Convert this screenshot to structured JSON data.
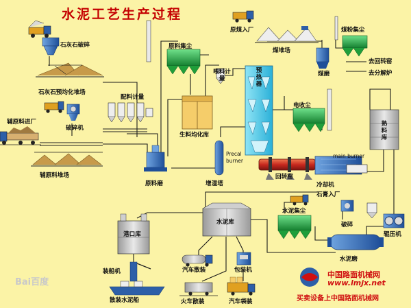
{
  "title": "水泥工艺生产过程",
  "labels": {
    "limestone_crush": "石灰石破碎",
    "limestone_pile": "石灰石预均化堆场",
    "aux_crush": "破碎机",
    "aux_in": "辅原料进厂",
    "aux_pile": "辅原料堆场",
    "batching": "配料计量",
    "raw_dust": "原料集尘",
    "raw_homog": "生料均化库",
    "raw_mill": "原料磨",
    "humid_tower": "增湿塔",
    "feed_meter": "喂料计量",
    "preheater": "预热器",
    "dust_collect": "电收尘",
    "precal": "Precal burner",
    "kiln": "回转窑",
    "main_burner": "main burner",
    "cooler": "冷却机",
    "coal_in": "原煤入厂",
    "coal_pile": "煤堆场",
    "coal_dust": "煤粉集尘",
    "coal_mill": "煤磨",
    "to_kiln": "去回转窑",
    "to_calciner": "去分解炉",
    "clinker": "熟料库",
    "gypsum_in": "石膏入厂",
    "crush2": "破碎",
    "roller": "辊压机",
    "cement_dust": "水泥集尘",
    "cement_mill": "水泥磨",
    "cement_silo": "水泥库",
    "port_silo": "港口库",
    "ship_loader": "装船机",
    "bulk_ship": "散装水泥船",
    "truck_bulk": "汽车散装",
    "pack_machine": "包装机",
    "train_bulk": "火车散装",
    "truck_bag": "汽车袋装"
  },
  "watermark": {
    "cn_site": "中国路面机械网",
    "url": "www.lmjx.net",
    "slogan": "买卖设备上中国路面机械网",
    "baidu": "Bai百度"
  },
  "colors": {
    "bg": "#fbf3a6",
    "title": "#c40000",
    "line": "#1a1a1a",
    "equipment_blue": "#2d5fa8",
    "equipment_green": "#1f9e3a",
    "preheater": "#3ec6e8",
    "kiln_red": "#c8281e",
    "sand": "#c79a4a",
    "silo_gray": "#bdbdbd",
    "watermark_red": "#d01010"
  }
}
